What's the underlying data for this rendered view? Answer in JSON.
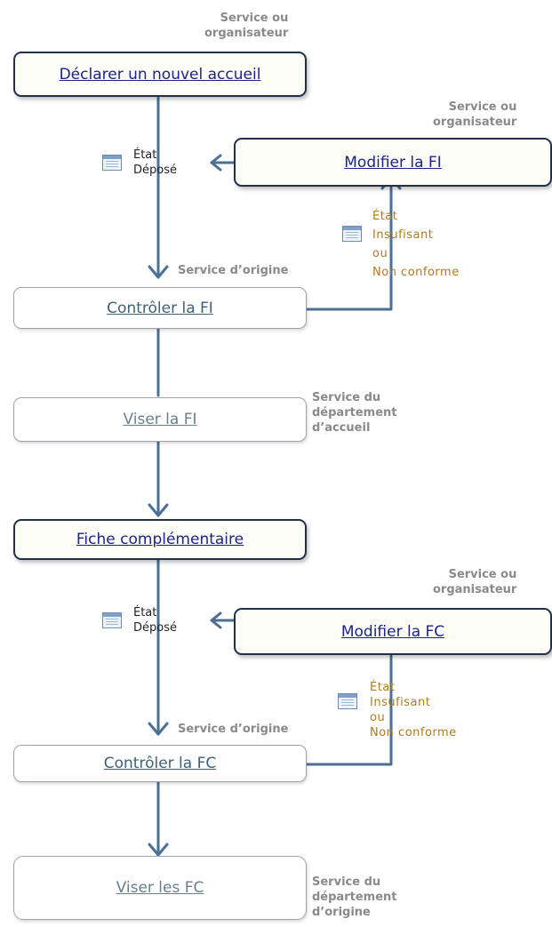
{
  "colors": {
    "line": "#4b6f95",
    "box_border": "#23304a",
    "link": "#1c2488",
    "state_orange": "#b07a1e",
    "actor_grey": "#8a8a8a"
  },
  "boxes": {
    "declarer": "Déclarer un nouvel accueil",
    "modifier_fi": "Modifier la FI",
    "controler_fi": "Contrôler la FI",
    "viser_fi": "Viser la FI",
    "fiche_comp": "Fiche complémentaire",
    "modifier_fc": "Modifier  la FC",
    "controler_fc": "Contrôler la FC",
    "viser_fc": "Viser les FC"
  },
  "actors": {
    "a1": [
      "Service ou",
      "organisateur"
    ],
    "a2": [
      "Service ou",
      "organisateur"
    ],
    "a3": "Service d’origine",
    "a4": [
      "Service du",
      "département",
      "d’accueil"
    ],
    "a5": [
      "Service ou",
      "organisateur"
    ],
    "a6": "Service d’origine",
    "a7": [
      "Service du",
      "département",
      "d’origine"
    ]
  },
  "states": {
    "deposed_1": [
      "État",
      "Déposé"
    ],
    "deposed_2": [
      "État",
      "Déposé"
    ],
    "reject_1": [
      "État",
      "Insufisant",
      "ou",
      "Non conforme"
    ],
    "reject_2": [
      "État",
      "Insufisant",
      "ou",
      "Non conforme"
    ]
  },
  "icons": [
    "document-table-icon",
    "arrow-icon"
  ]
}
